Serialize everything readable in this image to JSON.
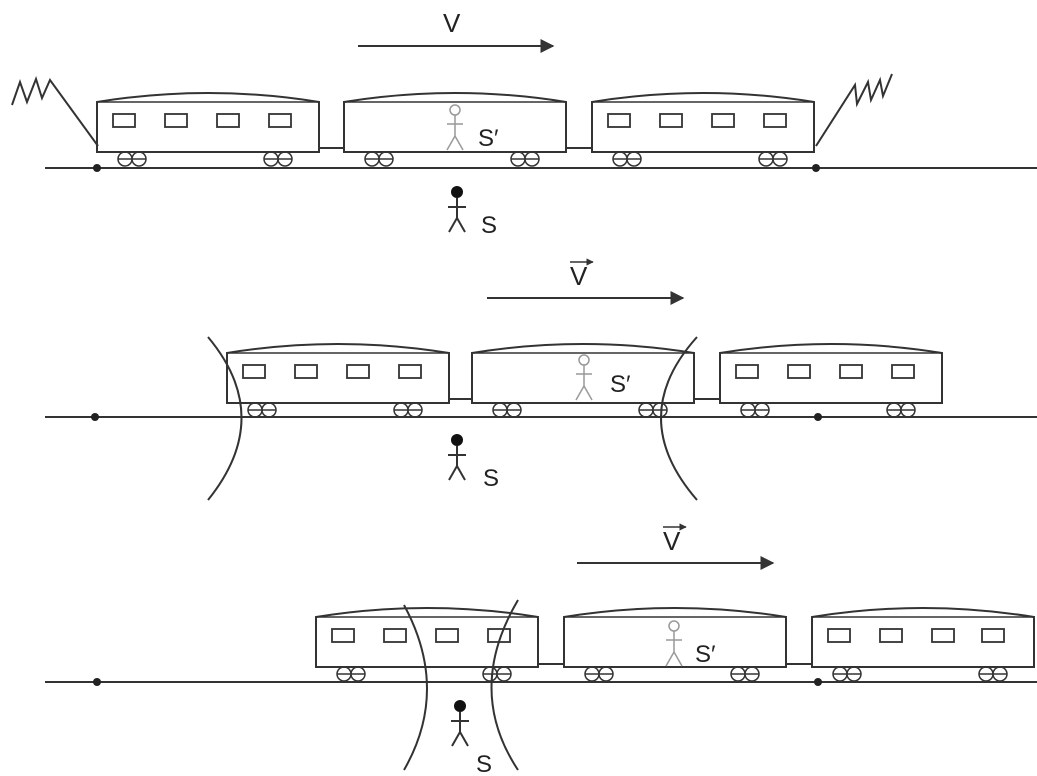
{
  "panels": [
    {
      "velocity_label": "V",
      "velocity_arrow_over_label": false,
      "observer_label": "S",
      "passenger_label": "S′",
      "light_front": "zigzag"
    },
    {
      "velocity_label": "V",
      "velocity_arrow_over_label": true,
      "observer_label": "S",
      "passenger_label": "S′",
      "light_front": "arcs"
    },
    {
      "velocity_label": "V",
      "velocity_arrow_over_label": true,
      "observer_label": "S",
      "passenger_label": "S′",
      "light_front": "arcs"
    }
  ],
  "colors": {
    "line": "#333333",
    "passenger": "#999999",
    "observer": "#111111"
  }
}
